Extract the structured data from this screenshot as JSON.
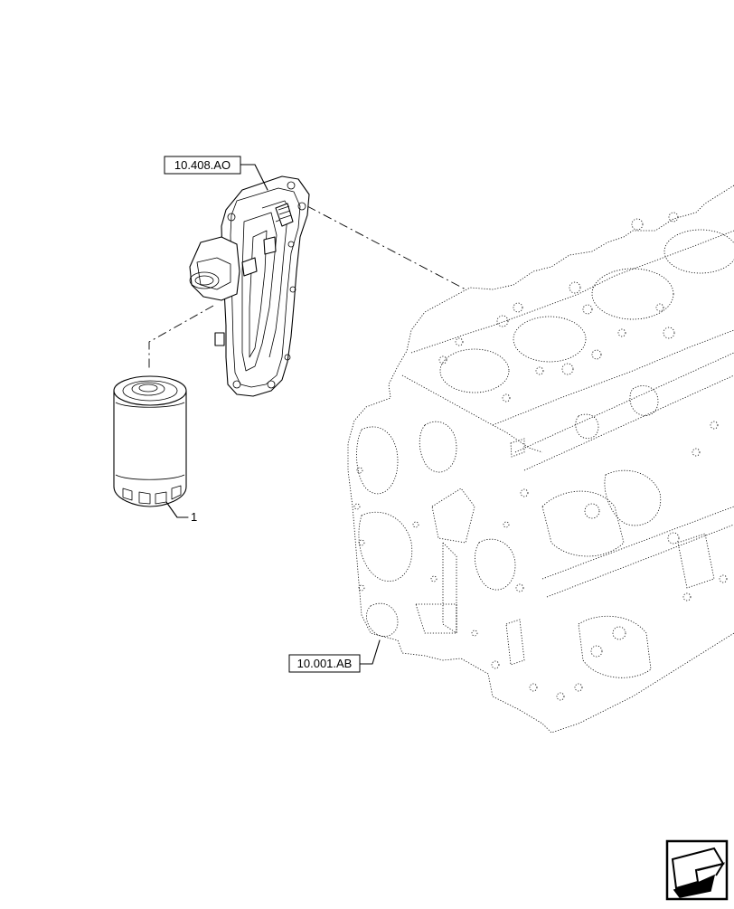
{
  "callouts": {
    "filter_head_ref": "10.408.AO",
    "engine_block_ref": "10.001.AB",
    "filter_item_number": "1"
  },
  "icons": {
    "nav": "return-arrow-icon"
  }
}
